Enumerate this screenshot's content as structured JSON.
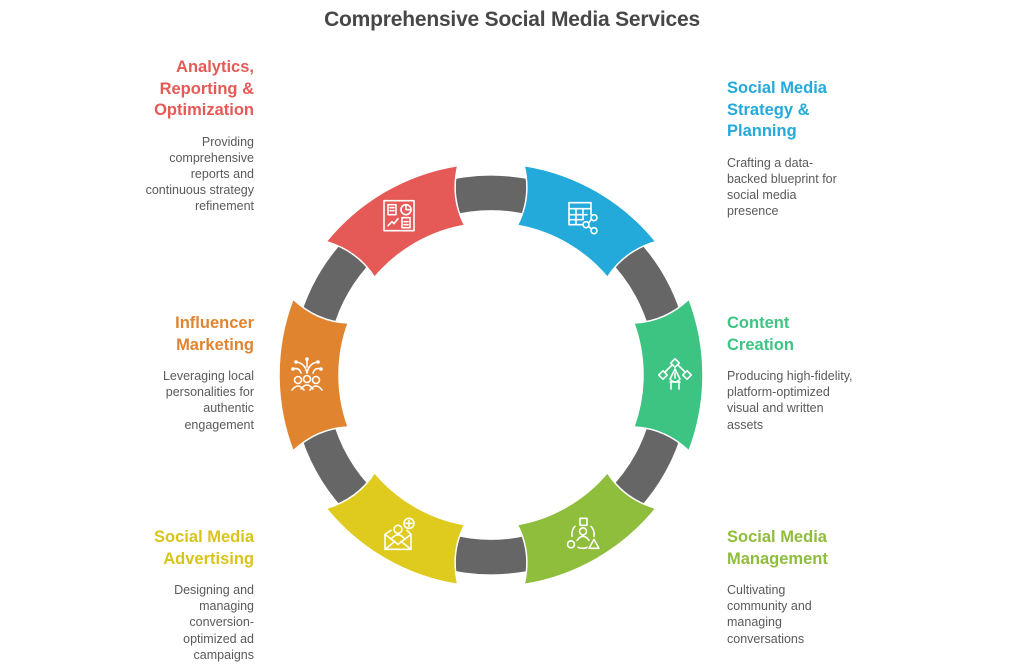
{
  "title": "Comprehensive Social Media Services",
  "colors": {
    "connector": "#666666",
    "analytics": "#E55A57",
    "strategy": "#23AADB",
    "content": "#3DC483",
    "management": "#8FBD3C",
    "advertising": "#DFCB1E",
    "influencer": "#E0842F",
    "description": "#5a5a5a",
    "title": "#474747"
  },
  "services": [
    {
      "id": "analytics",
      "title": "Analytics, Reporting & Optimization",
      "title_lines": [
        "Analytics,",
        "Reporting &",
        "Optimization"
      ],
      "description": "Providing comprehensive reports and continuous strategy refinement",
      "icon": "dashboard-analytics-icon",
      "color": "#E55A57"
    },
    {
      "id": "strategy",
      "title": "Social Media Strategy & Planning",
      "title_lines": [
        "Social Media",
        "Strategy &",
        "Planning"
      ],
      "description": "Crafting a data-backed blueprint for social media presence",
      "icon": "table-share-icon",
      "color": "#23AADB"
    },
    {
      "id": "content",
      "title": "Content Creation",
      "title_lines": [
        "Content",
        "Creation"
      ],
      "description": "Producing high-fidelity, platform-optimized visual and written assets",
      "icon": "pen-tool-icon",
      "color": "#3DC483"
    },
    {
      "id": "management",
      "title": "Social Media Management",
      "title_lines": [
        "Social Media",
        "Management"
      ],
      "description": "Cultivating community and managing conversations",
      "icon": "community-shapes-icon",
      "color": "#8FBD3C"
    },
    {
      "id": "advertising",
      "title": "Social Media Advertising",
      "title_lines": [
        "Social Media",
        "Advertising"
      ],
      "description": "Designing and managing conversion-optimized ad campaigns",
      "icon": "mail-add-user-icon",
      "color": "#DFCB1E"
    },
    {
      "id": "influencer",
      "title": "Influencer Marketing",
      "title_lines": [
        "Influencer",
        "Marketing"
      ],
      "description": "Leveraging local personalities for authentic engagement",
      "icon": "people-fireworks-icon",
      "color": "#E0842F"
    }
  ]
}
